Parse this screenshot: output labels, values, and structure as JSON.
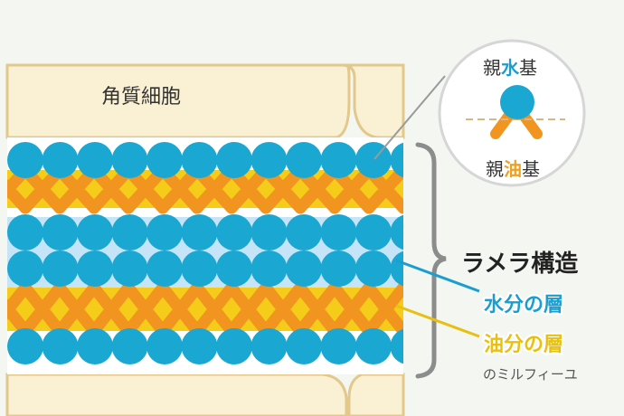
{
  "labels": {
    "corneocyte": "角質細胞",
    "hydrophilic_prefix": "親",
    "hydrophilic_key": "水",
    "hydrophilic_suffix": "基",
    "lipophilic_prefix": "親",
    "lipophilic_key": "油",
    "lipophilic_suffix": "基",
    "lamellar": "ラメラ構造",
    "water_layer": "水分の層",
    "oil_layer": "油分の層",
    "mille_feuille": "のミルフィーユ"
  },
  "colors": {
    "background": "#f4f6f2",
    "cell": "#faf1d4",
    "cell_border": "#e2c88a",
    "molecule_head": "#1aa7d1",
    "oil_orange": "#f29420",
    "oil_yellow": "#f5cc1a",
    "water_band": "#c5e4f8",
    "brace": "#8c8c8c",
    "water_text": "#1a9ed0",
    "oil_text": "#f0a020",
    "oil_label_text": "#e8c010"
  }
}
